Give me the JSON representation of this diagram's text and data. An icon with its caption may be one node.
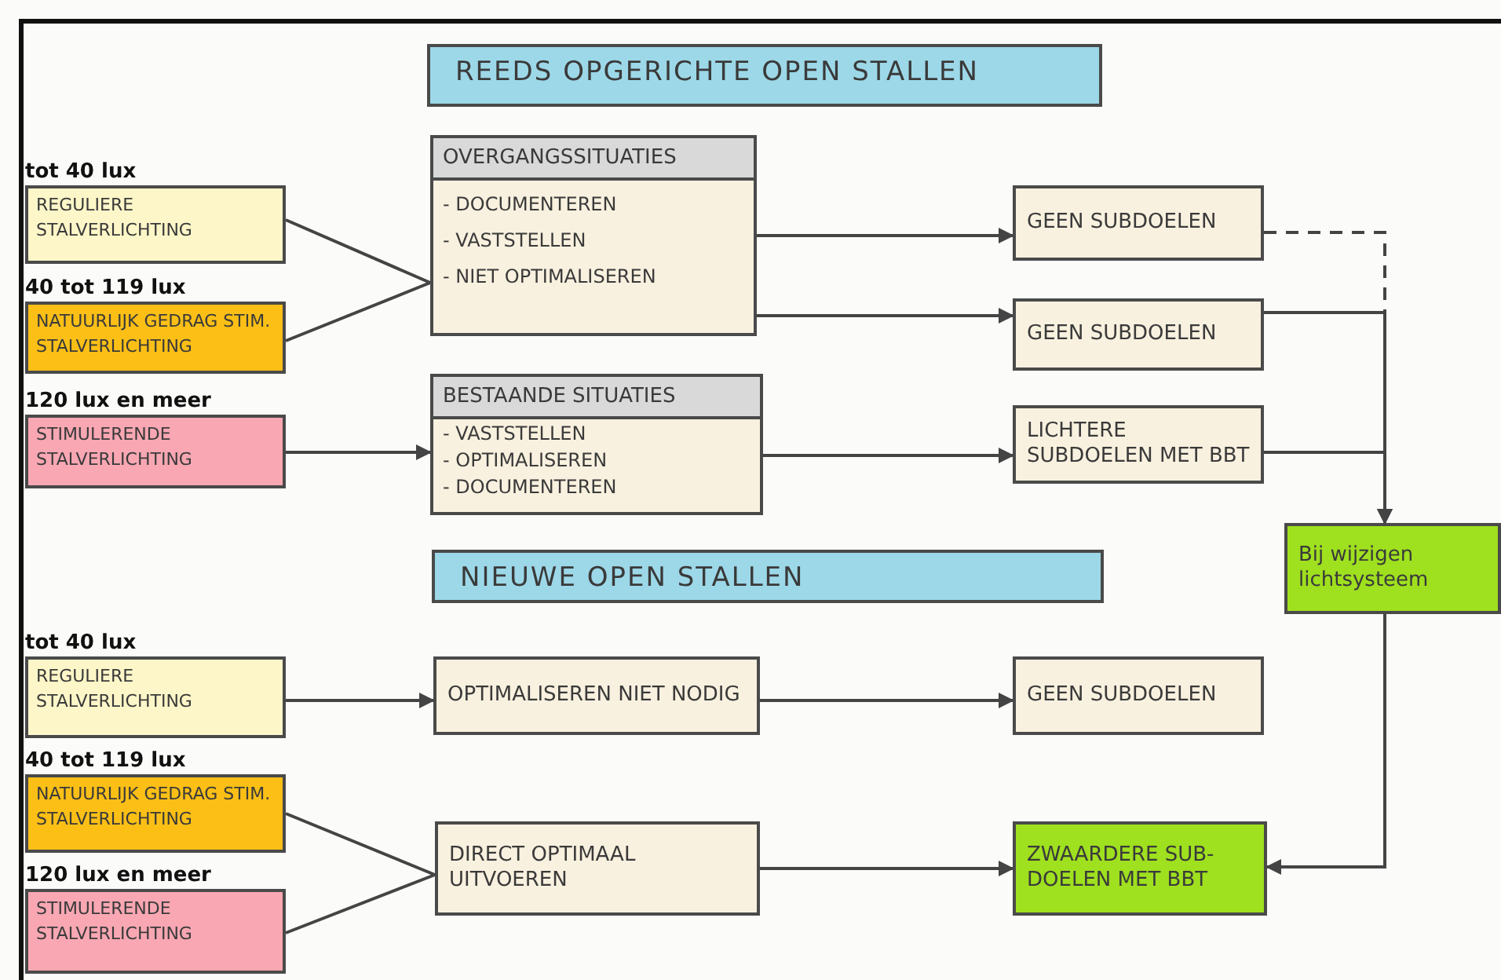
{
  "diagram": {
    "nodes": [
      {
        "text": [
          "REEDS OPGERICHTE OPEN STALLEN"
        ]
      },
      {
        "text": [
          "tot 40 lux",
          "REGULIERE STALVERLICHTING"
        ]
      },
      {
        "text": [
          "40 tot 119 lux",
          "NATUURLIJK GEDRAG STIM. STALVERLICHTING"
        ]
      },
      {
        "text": [
          "120 lux en meer",
          "STIMULERENDE STALVERLICHTING"
        ]
      },
      {
        "text": [
          "OVERGANGSSITUATIES",
          "- DOCUMENTEREN",
          "- VASTSTELLEN",
          "- NIET OPTIMALISEREN"
        ]
      },
      {
        "text": [
          "BESTAANDE SITUATIES",
          "- VASTSTELLEN",
          "- OPTIMALISEREN",
          "- DOCUMENTEREN"
        ]
      },
      {
        "text": [
          "GEEN SUBDOELEN"
        ]
      },
      {
        "text": [
          "GEEN SUBDOELEN"
        ]
      },
      {
        "text": [
          "LICHTERE SUBDOELEN MET BBT"
        ]
      },
      {
        "text": [
          "Bij wijzigen lichtsysteem"
        ]
      },
      {
        "text": [
          "NIEUWE OPEN STALLEN"
        ]
      },
      {
        "text": [
          "tot 40 lux",
          "REGULIERE STALVERLICHTING"
        ]
      },
      {
        "text": [
          "40 tot 119 lux",
          "NATUURLIJK GEDRAG STIM. STALVERLICHTING"
        ]
      },
      {
        "text": [
          "120 lux en meer",
          "STIMULERENDE STALVERLICHTING"
        ]
      },
      {
        "text": [
          "OPTIMALISEREN NIET NODIG"
        ]
      },
      {
        "text": [
          "GEEN SUBDOELEN"
        ]
      },
      {
        "text": [
          "DIRECT OPTIMAAL UITVOEREN"
        ]
      },
      {
        "text": [
          "ZWAARDERE SUB- DOELEN MET BBT"
        ]
      }
    ],
    "edges": [
      {
        "from": 1,
        "to": 4,
        "arrow": "none"
      },
      {
        "from": 2,
        "to": 4,
        "arrow": "none"
      },
      {
        "from": 3,
        "to": 5,
        "arrow": "to"
      },
      {
        "from": 4,
        "to": 6,
        "arrow": "to"
      },
      {
        "from": 4,
        "to": 7,
        "arrow": "to"
      },
      {
        "from": 5,
        "to": 8,
        "arrow": "to"
      },
      {
        "from": 6,
        "to": 9,
        "arrow": "to",
        "style": "dashed"
      },
      {
        "from": 7,
        "to": 9,
        "arrow": "to"
      },
      {
        "from": 8,
        "to": 9,
        "arrow": "to"
      },
      {
        "from": 9,
        "to": 17,
        "arrow": "to"
      },
      {
        "from": 11,
        "to": 14,
        "arrow": "to"
      },
      {
        "from": 14,
        "to": 15,
        "arrow": "to"
      },
      {
        "from": 12,
        "to": 16,
        "arrow": "none"
      },
      {
        "from": 13,
        "to": 16,
        "arrow": "none"
      },
      {
        "from": 16,
        "to": 17,
        "arrow": "to"
      }
    ]
  }
}
